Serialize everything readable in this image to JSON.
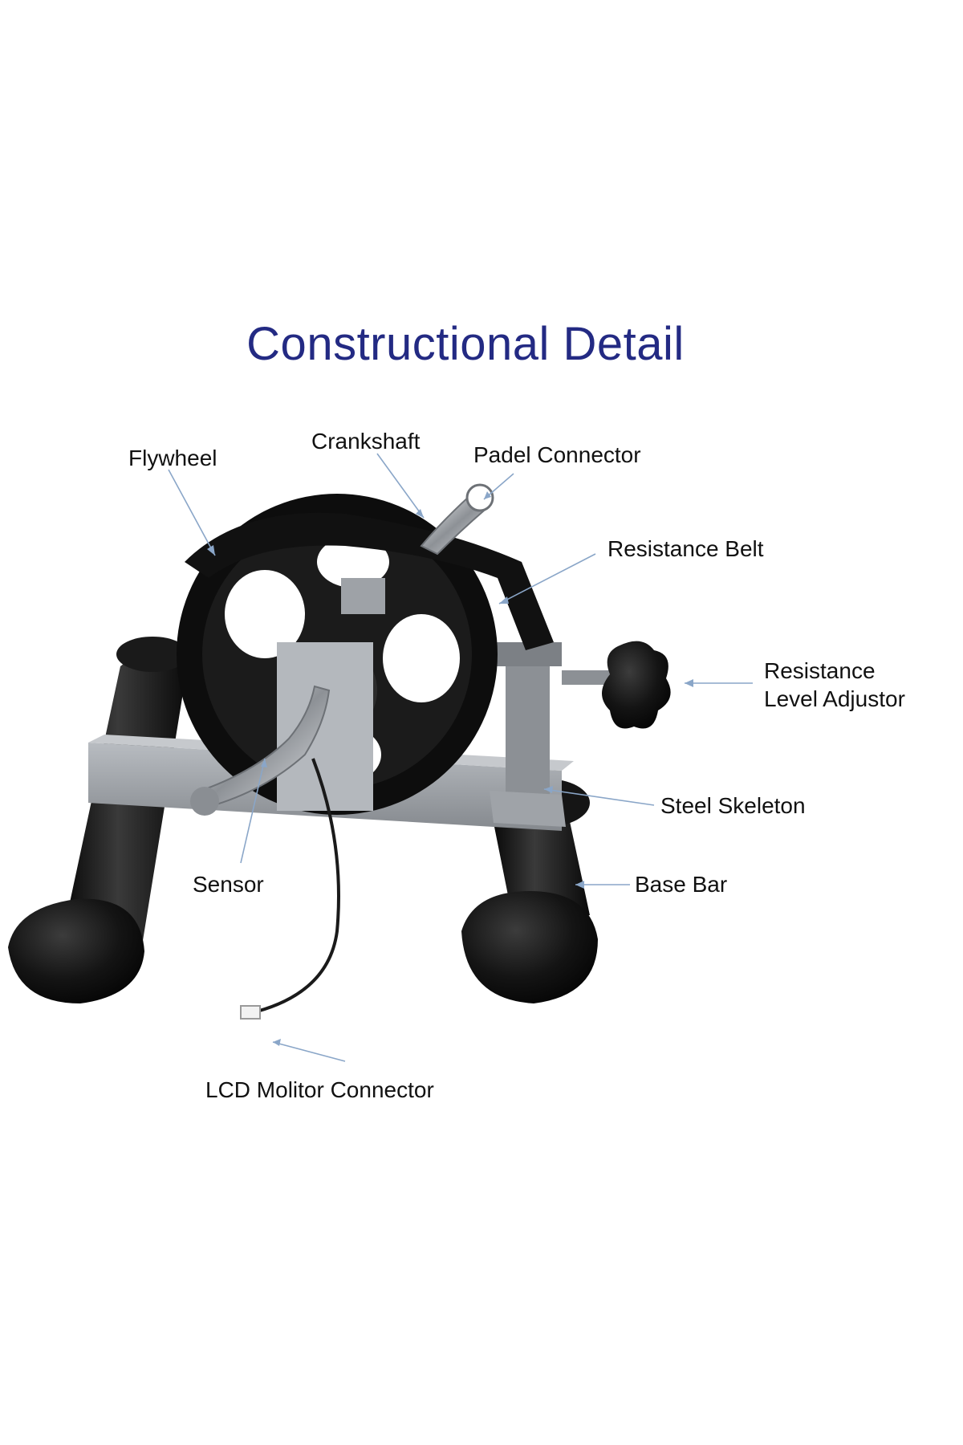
{
  "title": "Constructional Detail",
  "labels": {
    "flywheel": "Flywheel",
    "crankshaft": "Crankshaft",
    "padel_connector": "Padel Connector",
    "resistance_belt": "Resistance Belt",
    "resistance_level_adjustor_line1": "Resistance",
    "resistance_level_adjustor_line2": "Level Adjustor",
    "steel_skeleton": "Steel Skeleton",
    "sensor": "Sensor",
    "base_bar": "Base Bar",
    "lcd_connector": "LCD Molitor Connector"
  },
  "colors": {
    "title": "#232a83",
    "label": "#111111",
    "leader_line": "#8aa6c8",
    "rubber": "#111111",
    "frame": "#9a9ea3",
    "chrome": "#c9ccd0"
  }
}
